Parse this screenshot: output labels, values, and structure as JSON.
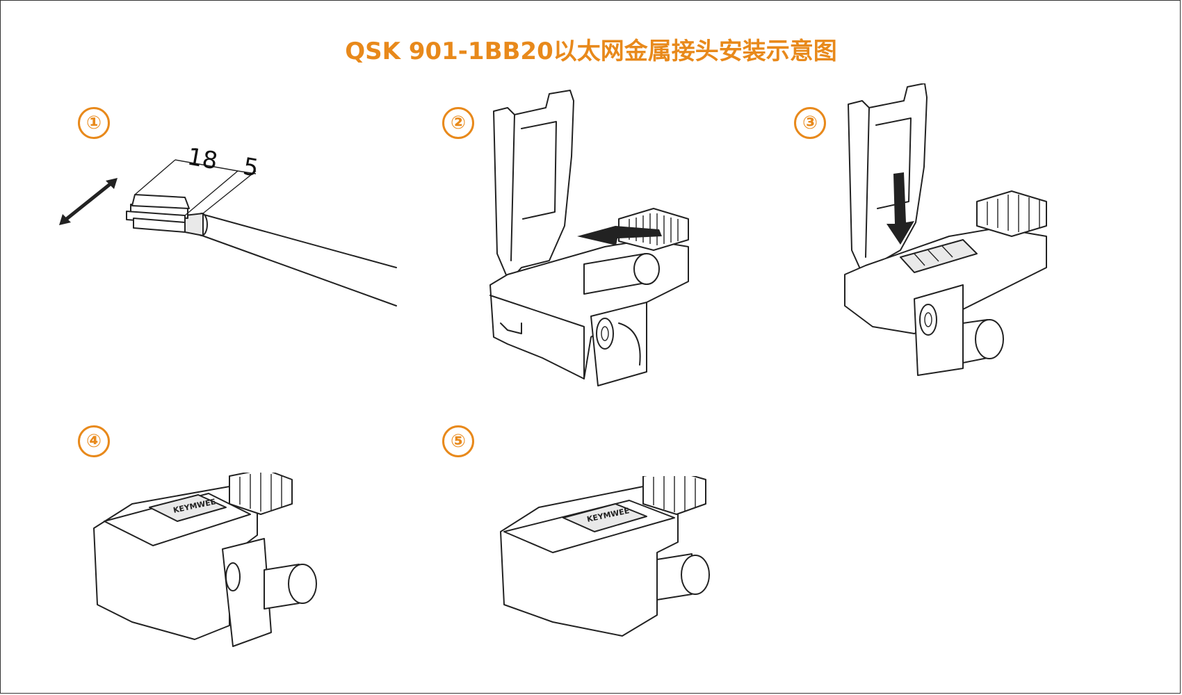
{
  "title": "QSK 901-1BB20以太网金属接头安装示意图",
  "accent_color": "#e8891b",
  "steps": [
    {
      "label": "①",
      "caption_icon": "step-1-strip-cable"
    },
    {
      "label": "②",
      "caption_icon": "step-2-insert-cable"
    },
    {
      "label": "③",
      "caption_icon": "step-3-press-down"
    },
    {
      "label": "④",
      "caption_icon": "step-4-close-cover"
    },
    {
      "label": "⑤",
      "caption_icon": "step-5-assembled"
    }
  ],
  "dimensions": {
    "strip_length": "18",
    "shield_length": "5"
  },
  "brand_mark": "KEYMWEE"
}
